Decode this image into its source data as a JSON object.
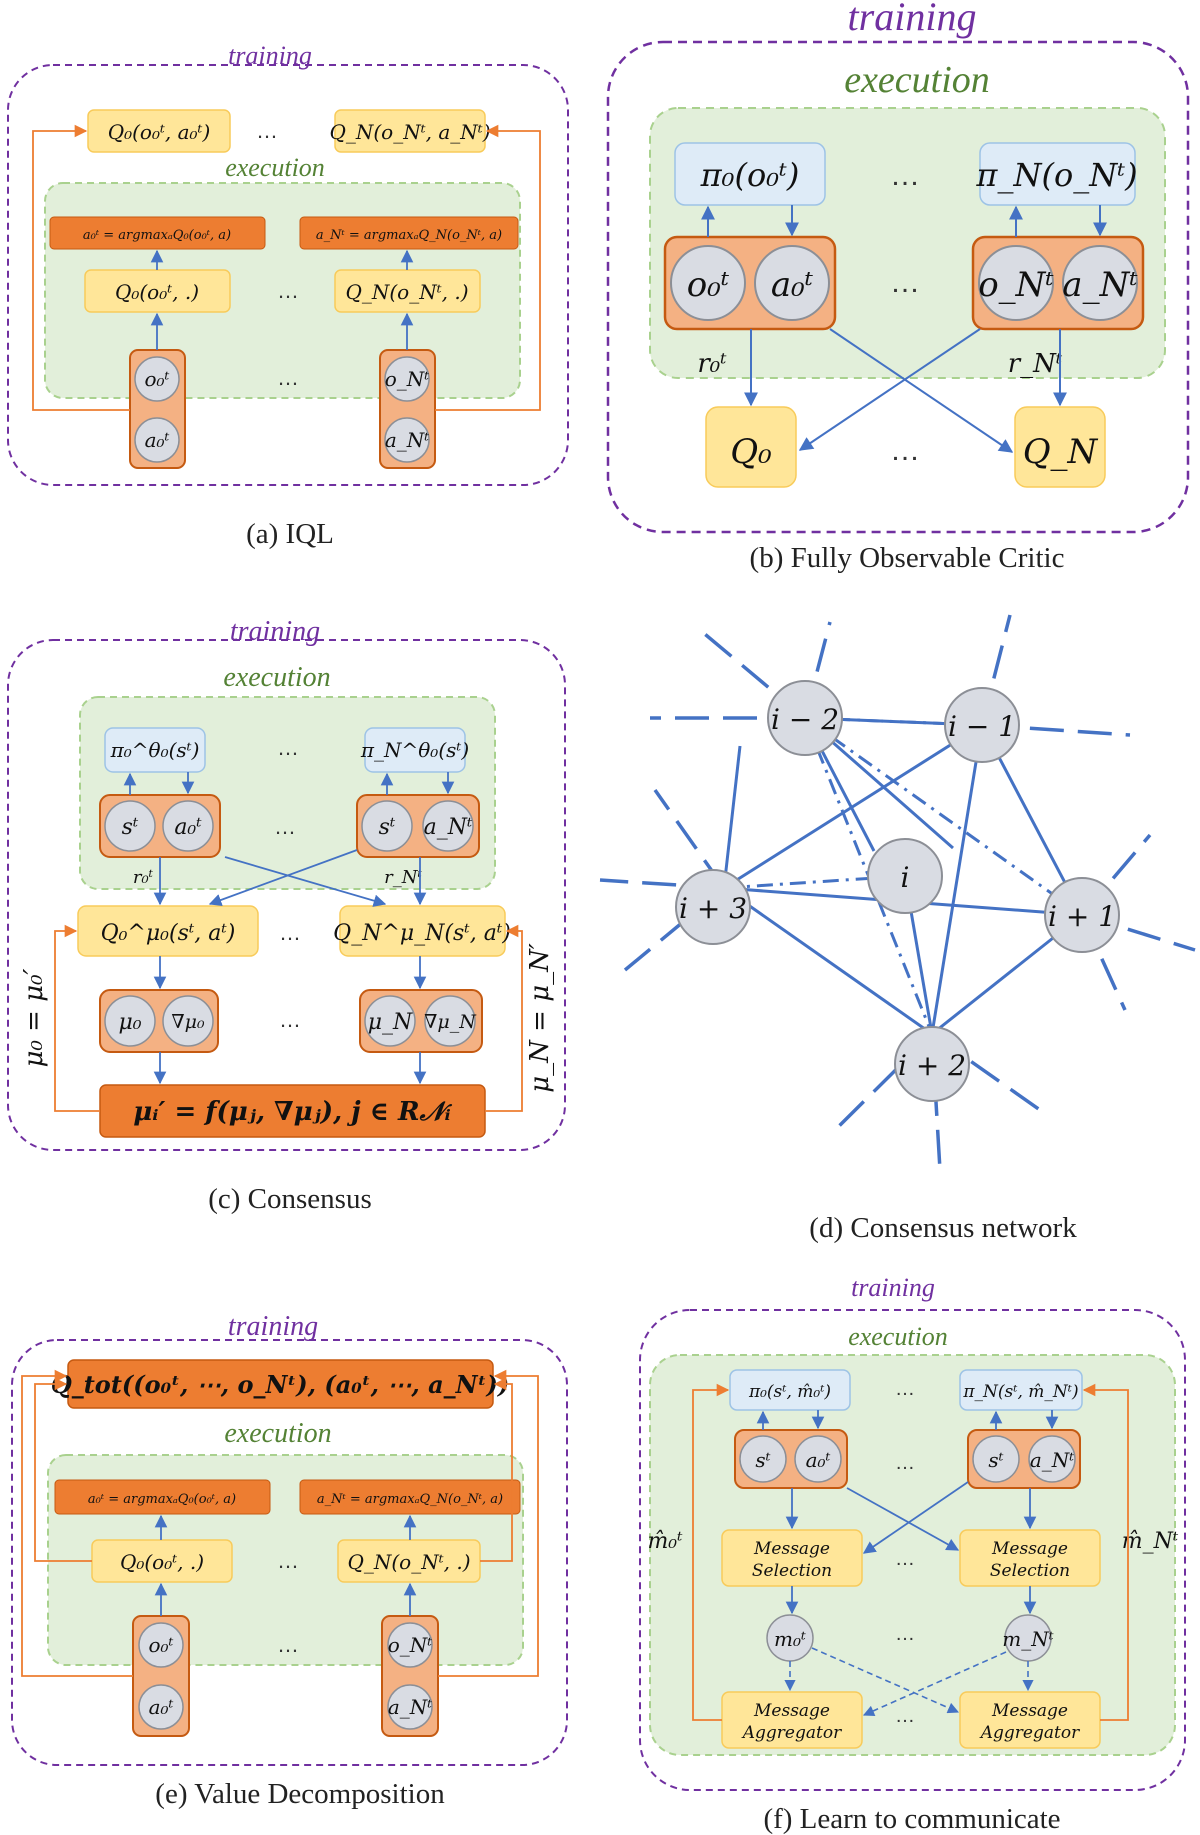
{
  "a": {
    "caption": "(a) IQL",
    "training": "training",
    "execution": "execution",
    "q0_full": "Q₀(o₀ᵗ, a₀ᵗ)",
    "qn_full": "Q_N(o_Nᵗ, a_Nᵗ)",
    "a0_argmax": "a₀ᵗ = argmaxₐQ₀(o₀ᵗ, a)",
    "an_argmax": "a_Nᵗ = argmaxₐQ_N(o_Nᵗ, a)",
    "q0_partial": "Q₀(o₀ᵗ, .)",
    "qn_partial": "Q_N(o_Nᵗ, .)",
    "o0": "o₀ᵗ",
    "a0": "a₀ᵗ",
    "on": "o_Nᵗ",
    "an": "a_Nᵗ",
    "dots": "…"
  },
  "b": {
    "caption": "(b) Fully Observable Critic",
    "training": "training",
    "execution": "execution",
    "pi0": "π₀(o₀ᵗ)",
    "pin": "π_N(o_Nᵗ)",
    "o0": "o₀ᵗ",
    "a0": "a₀ᵗ",
    "on": "o_Nᵗ",
    "an": "a_Nᵗ",
    "r0": "r₀ᵗ",
    "rn": "r_Nᵗ",
    "q0": "Q₀",
    "qn": "Q_N",
    "dots": "…"
  },
  "c": {
    "caption": "(c) Consensus",
    "training": "training",
    "execution": "execution",
    "pi0": "π₀^θ₀(sᵗ)",
    "pin": "π_N^θ₀(sᵗ)",
    "s": "sᵗ",
    "a0": "a₀ᵗ",
    "an": "a_Nᵗ",
    "r0": "r₀ᵗ",
    "rn": "r_Nᵗ",
    "q0": "Q₀^μ₀(sᵗ, aᵗ)",
    "qn": "Q_N^μ_N(sᵗ, aᵗ)",
    "mu0": "μ₀",
    "gmu0": "∇μ₀",
    "mun": "μ_N",
    "gmun": "∇μ_N",
    "update": "μᵢ′ = f(μⱼ, ∇μⱼ), j ∈ R𝒩ᵢ",
    "left_eq": "μ₀ = μ₀′",
    "right_eq": "μ_N = μ_N′",
    "dots": "…"
  },
  "d": {
    "caption": "(d) Consensus network",
    "nodes": [
      "i − 2",
      "i − 1",
      "i",
      "i + 3",
      "i + 1",
      "i + 2"
    ]
  },
  "e": {
    "caption": "(e) Value Decomposition",
    "training": "training",
    "execution": "execution",
    "qtot": "Q_tot((o₀ᵗ, ⋯, o_Nᵗ), (a₀ᵗ, ⋯, a_Nᵗ))",
    "a0_argmax": "a₀ᵗ = argmaxₐQ₀(o₀ᵗ, a)",
    "an_argmax": "a_Nᵗ = argmaxₐQ_N(o_Nᵗ, a)",
    "q0_partial": "Q₀(o₀ᵗ, .)",
    "qn_partial": "Q_N(o_Nᵗ, .)",
    "o0": "o₀ᵗ",
    "a0": "a₀ᵗ",
    "on": "o_Nᵗ",
    "an": "a_Nᵗ",
    "dots": "…"
  },
  "f": {
    "caption": "(f) Learn to communicate",
    "training": "training",
    "execution": "execution",
    "pi0": "π₀(sᵗ, m̂₀ᵗ)",
    "pin": "π_N(sᵗ, m̂_Nᵗ)",
    "s": "sᵗ",
    "a0": "a₀ᵗ",
    "an": "a_Nᵗ",
    "msg_sel_1": "Message",
    "msg_sel_2": "Selection",
    "m0": "m₀ᵗ",
    "mn": "m_Nᵗ",
    "msg_agg_1": "Message",
    "msg_agg_2": "Aggregator",
    "mhat0": "m̂₀ᵗ",
    "mhatn": "m̂_Nᵗ",
    "dots": "…"
  },
  "colors": {
    "training_border": "#7030A0",
    "execution_fill": "#E2EFDA",
    "execution_border": "#A9D18E",
    "yellow_fill": "#FFE699",
    "orange_fill": "#F4B183",
    "dark_orange": "#ED7D31",
    "blue_fill": "#DEEBF7",
    "node_fill": "#D9DCE3",
    "arrow_blue": "#4472C4",
    "arrow_orange": "#ED7D31"
  }
}
